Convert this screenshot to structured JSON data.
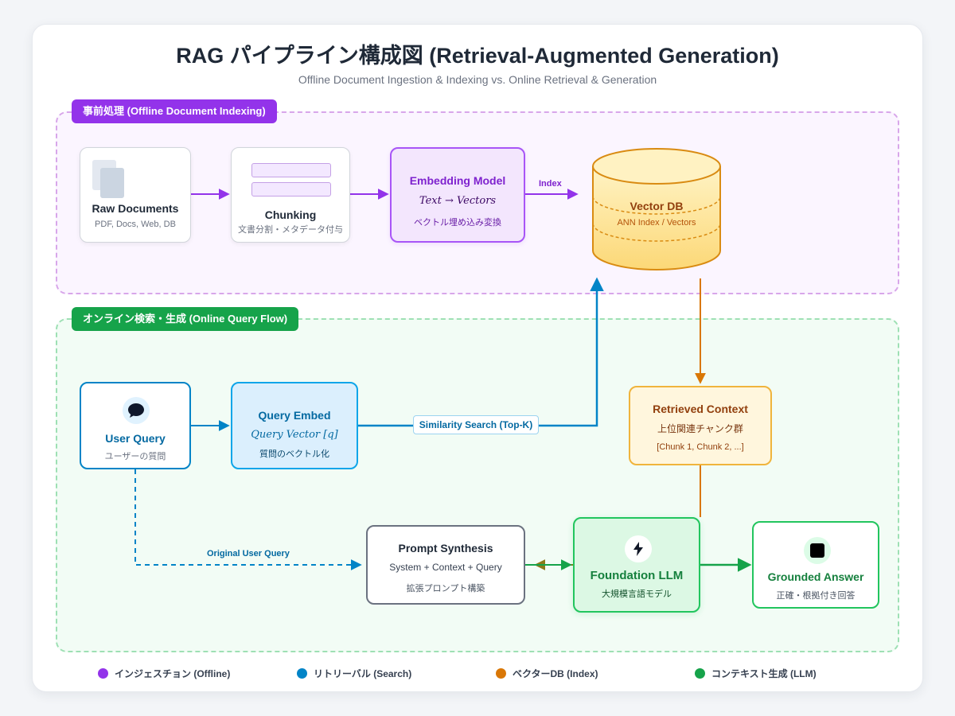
{
  "title": "RAG パイプライン構成図 (Retrieval-Augmented Generation)",
  "subtitle": "Offline Document Ingestion & Indexing vs. Online Retrieval & Generation",
  "zones": {
    "offline": {
      "label": "事前処理 (Offline Document Indexing)"
    },
    "online": {
      "label": "オンライン検索・生成 (Online Query Flow)"
    }
  },
  "nodes": {
    "raw_documents": {
      "title": "Raw Documents",
      "sub": "PDF, Docs, Web, DB",
      "icon": "document-stack-icon"
    },
    "chunking": {
      "title": "Chunking",
      "sub": "文書分割・メタデータ付与",
      "icon": "chunk-bars-icon"
    },
    "embedding_model": {
      "title": "Embedding Model",
      "formula": "Text → Vectors",
      "sub": "ベクトル埋め込み変換"
    },
    "vector_db": {
      "title": "Vector DB",
      "sub": "ANN Index / Vectors",
      "icon": "database-cylinder-icon"
    },
    "user_query": {
      "title": "User Query",
      "sub": "ユーザーの質問",
      "icon": "speech-bubble-icon"
    },
    "query_embed": {
      "title": "Query Embed",
      "formula": "Query Vector [q]",
      "sub": "質問のベクトル化"
    },
    "retrieved_context": {
      "title": "Retrieved Context",
      "sub": "上位関連チャンク群",
      "detail": "[Chunk 1, Chunk 2, ...]"
    },
    "prompt_synthesis": {
      "title": "Prompt Synthesis",
      "formula": "System + Context + Query",
      "sub": "拡張プロンプト構築"
    },
    "foundation_llm": {
      "title": "Foundation LLM",
      "sub": "大規模言語モデル",
      "icon": "lightning-bolt-icon"
    },
    "grounded_answer": {
      "title": "Grounded Answer",
      "sub": "正確・根拠付き回答",
      "icon": "check-square-icon"
    }
  },
  "edges": {
    "index_label": "Index",
    "similarity_label": "Similarity Search (Top-K)",
    "original_query_label": "Original User Query"
  },
  "legend": [
    {
      "label": "インジェスチョン (Offline)",
      "color": "#9333ea"
    },
    {
      "label": "リトリーバル (Search)",
      "color": "#0284c7"
    },
    {
      "label": "ベクターDB (Index)",
      "color": "#d97706"
    },
    {
      "label": "コンテキスト生成 (LLM)",
      "color": "#16a34a"
    }
  ],
  "colors": {
    "offline": "#9333ea",
    "retrieval": "#0284c7",
    "vector_db": "#d97706",
    "generation": "#16a34a"
  }
}
